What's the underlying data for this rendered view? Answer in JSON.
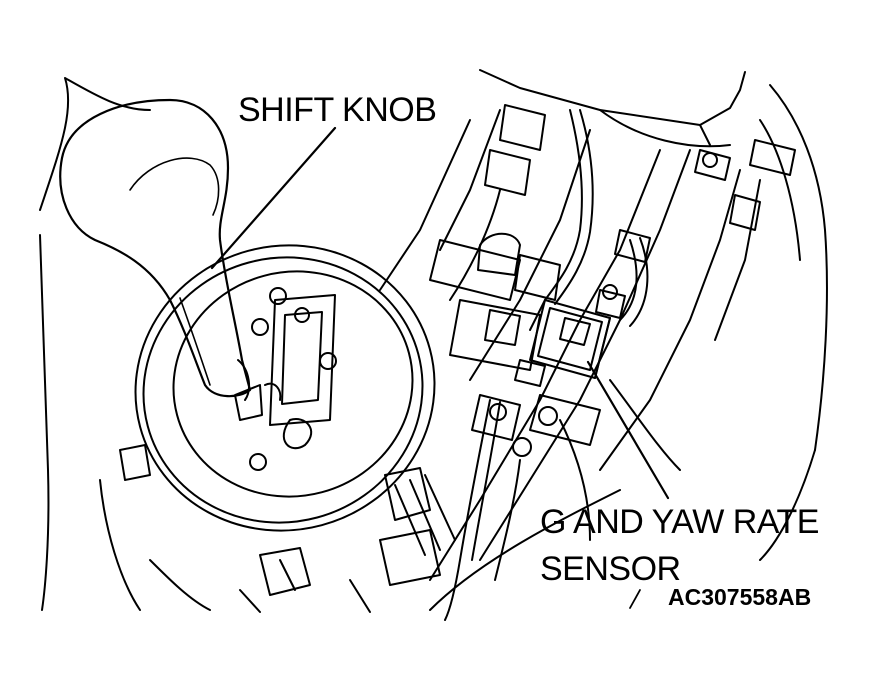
{
  "labels": {
    "shift_knob": "SHIFT KNOB",
    "sensor_line1": "G AND YAW RATE",
    "sensor_line2": "SENSOR"
  },
  "figure_code": "AC307558AB",
  "colors": {
    "ink": "#000000",
    "paper": "#ffffff"
  }
}
